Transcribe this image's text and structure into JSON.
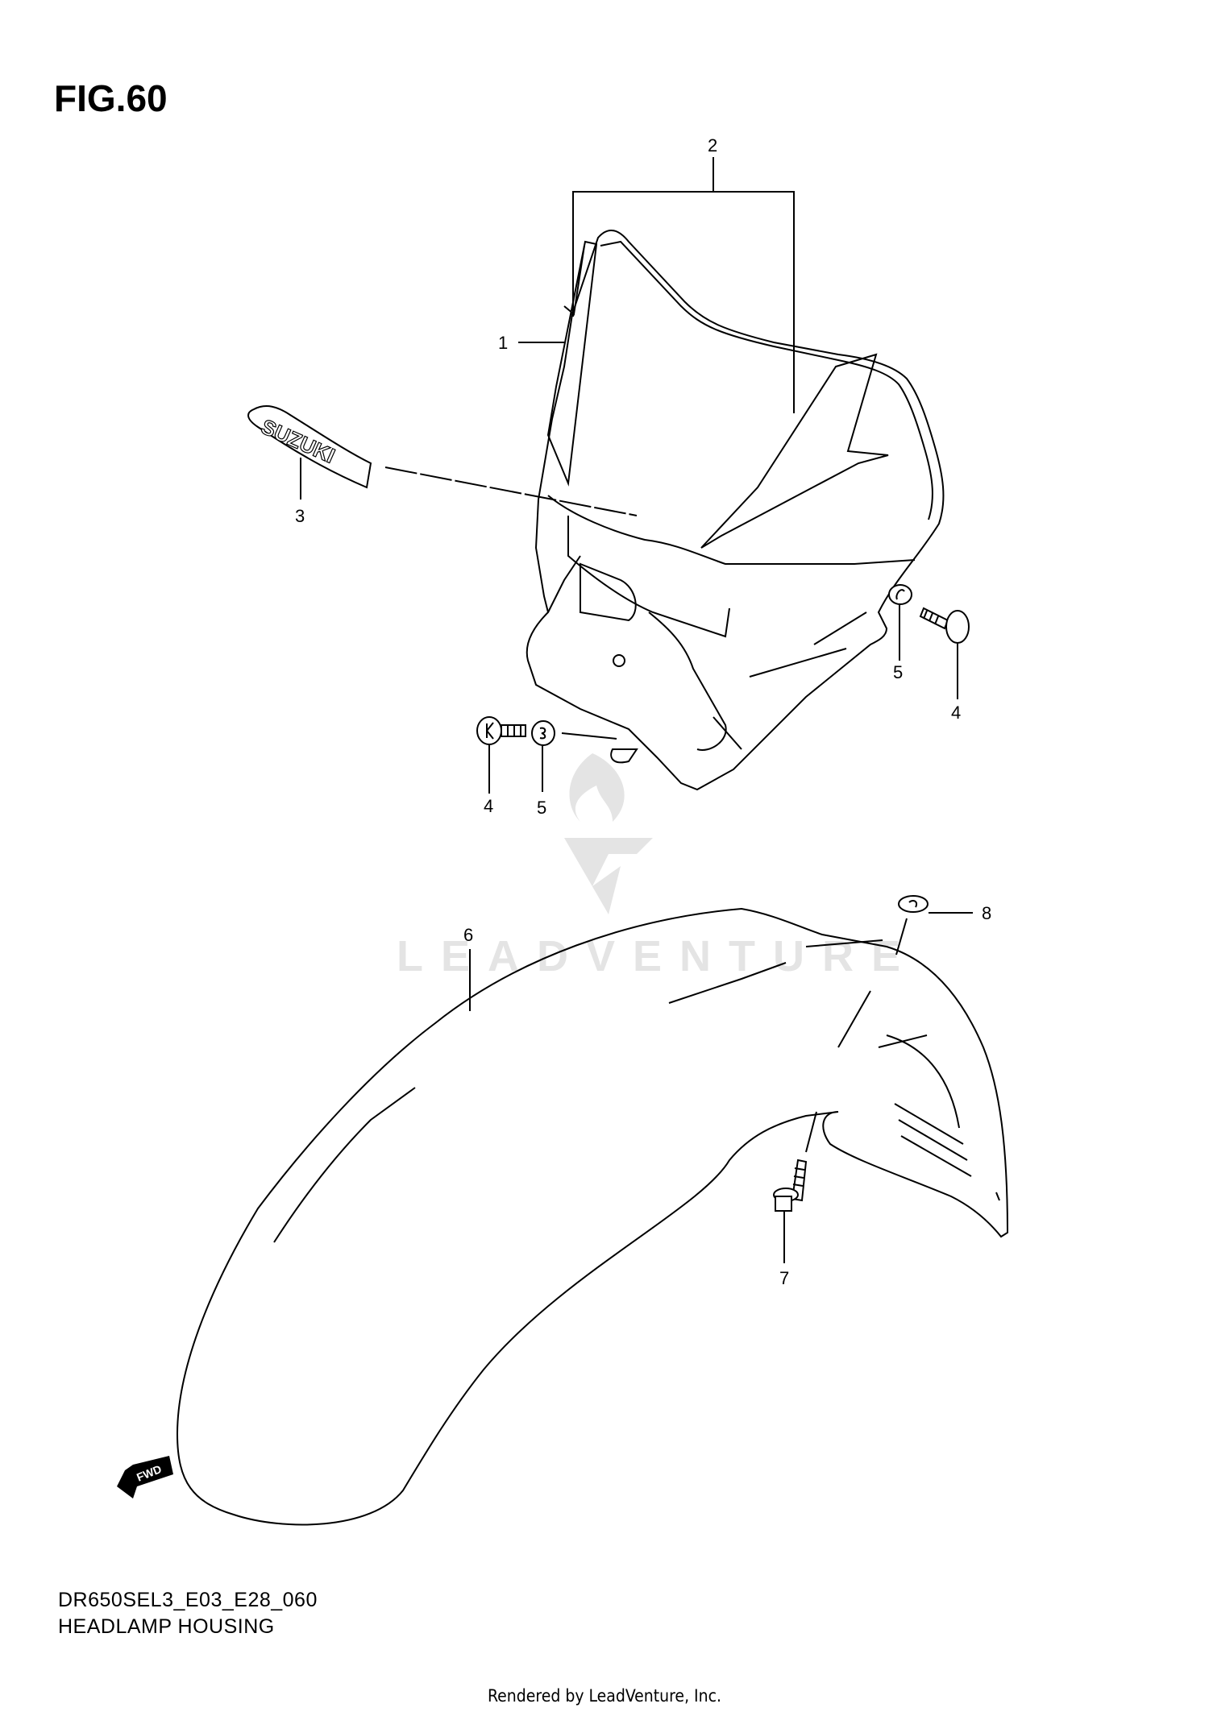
{
  "figure": {
    "title": "FIG.60",
    "model_code": "DR650SEL3_E03_E28_060",
    "section_title": "HEADLAMP HOUSING",
    "render_credit": "Rendered by LeadVenture, Inc."
  },
  "watermark": {
    "text": "LEADVENTURE",
    "color": "#e4e4e4"
  },
  "decal_text": "SUZUKI",
  "fwd_indicator": "FWD",
  "callouts": [
    {
      "id": "1",
      "label": "1",
      "part": "headlamp-housing"
    },
    {
      "id": "2",
      "label": "2",
      "part": "headlamp-housing-decal-set"
    },
    {
      "id": "3",
      "label": "3",
      "part": "suzuki-emblem"
    },
    {
      "id": "4a",
      "label": "4",
      "part": "screw-left"
    },
    {
      "id": "4b",
      "label": "4",
      "part": "screw-right"
    },
    {
      "id": "5a",
      "label": "5",
      "part": "grommet-left"
    },
    {
      "id": "5b",
      "label": "5",
      "part": "grommet-right"
    },
    {
      "id": "6",
      "label": "6",
      "part": "front-fender"
    },
    {
      "id": "7",
      "label": "7",
      "part": "fender-bolt"
    },
    {
      "id": "8",
      "label": "8",
      "part": "fender-grommet"
    }
  ],
  "colors": {
    "line": "#000000",
    "background": "#ffffff"
  }
}
